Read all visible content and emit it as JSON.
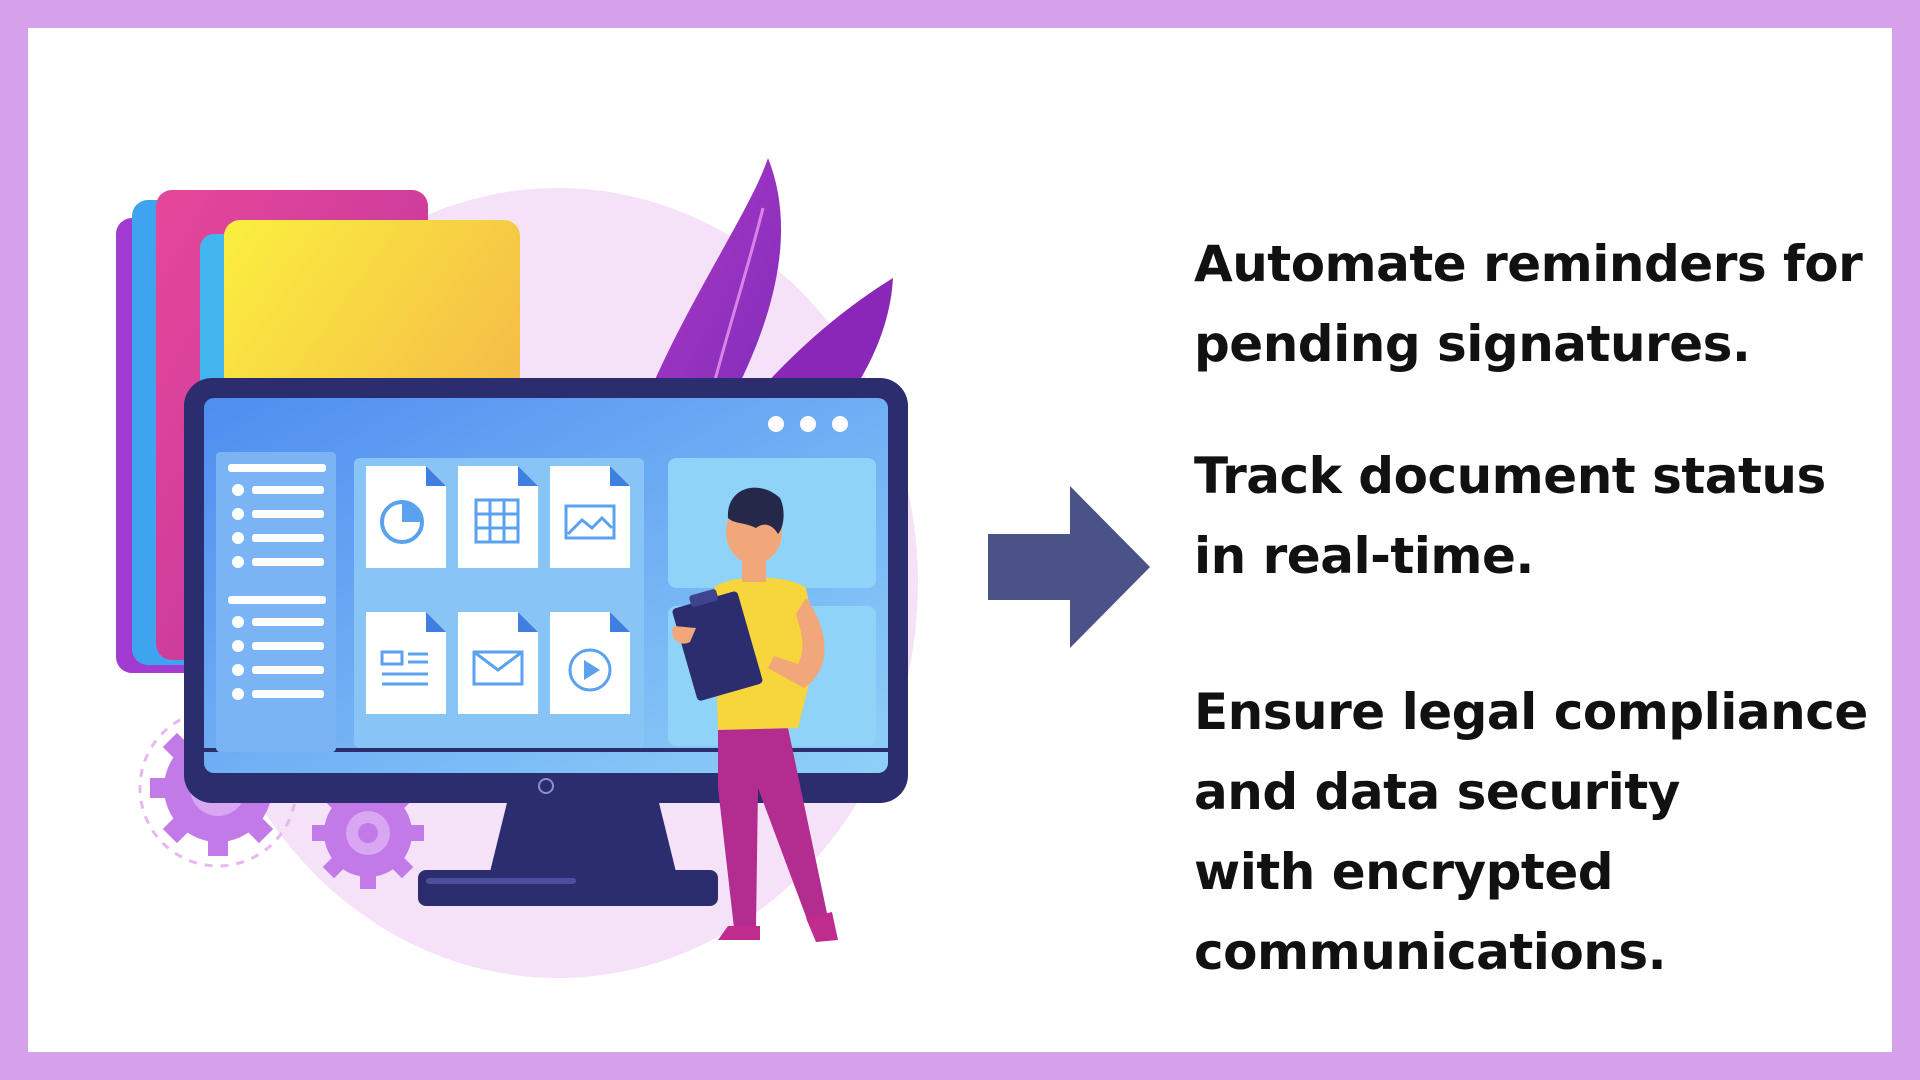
{
  "colors": {
    "frame": "#d6a0ea",
    "card": "#ffffff",
    "arrow": "#4a5288",
    "text": "#111111",
    "monitor": "#2b2d6e",
    "screen": "#6fa9f3",
    "folder_yellow": "#f6d645",
    "folder_pink": "#d6418f",
    "leaf": "#9a2fc2",
    "shirt": "#f7d53c",
    "pants": "#b32c8f",
    "gear": "#c27ae8"
  },
  "illustration": {
    "monitor_dots": 3,
    "file_icons": [
      "pie-chart-icon",
      "table-icon",
      "image-icon",
      "document-icon",
      "mail-icon",
      "play-icon"
    ],
    "gears": [
      "gear-icon",
      "gear-icon"
    ],
    "sidebar_groups": 2
  },
  "points": [
    {
      "text": "Automate reminders for\npending signatures."
    },
    {
      "text": "Track document status\nin real-time."
    },
    {
      "text": "Ensure legal compliance\nand data security\nwith encrypted\ncommunications."
    }
  ]
}
